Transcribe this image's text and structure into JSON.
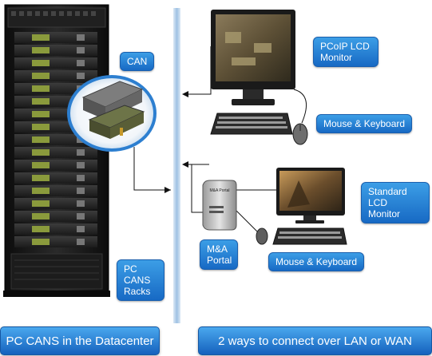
{
  "labels": {
    "can": "CAN",
    "pcoip_monitor": [
      "PCoIP LCD",
      "Monitor"
    ],
    "mouse_keyboard_top": "Mouse & Keyboard",
    "standard_monitor": [
      "Standard LCD",
      "Monitor"
    ],
    "ma_portal": [
      "M&A",
      "Portal"
    ],
    "mouse_keyboard_bottom": "Mouse & Keyboard",
    "pc_cans_racks": [
      "PC CANS",
      "Racks"
    ],
    "portal_device_text": "M&A Portal"
  },
  "banners": {
    "left": "PC CANS in the Datacenter",
    "right": "2 ways to connect over LAN or WAN"
  },
  "colors": {
    "accent_blue": "#1f7fd6",
    "divider_blue": "#b9d3ea",
    "rack_black": "#151515"
  },
  "icons": {
    "rack": "server-rack-icon",
    "can_module": "can-module-icon",
    "monitor": "lcd-monitor-icon",
    "keyboard": "keyboard-icon",
    "mouse": "mouse-icon",
    "portal": "portal-device-icon"
  }
}
